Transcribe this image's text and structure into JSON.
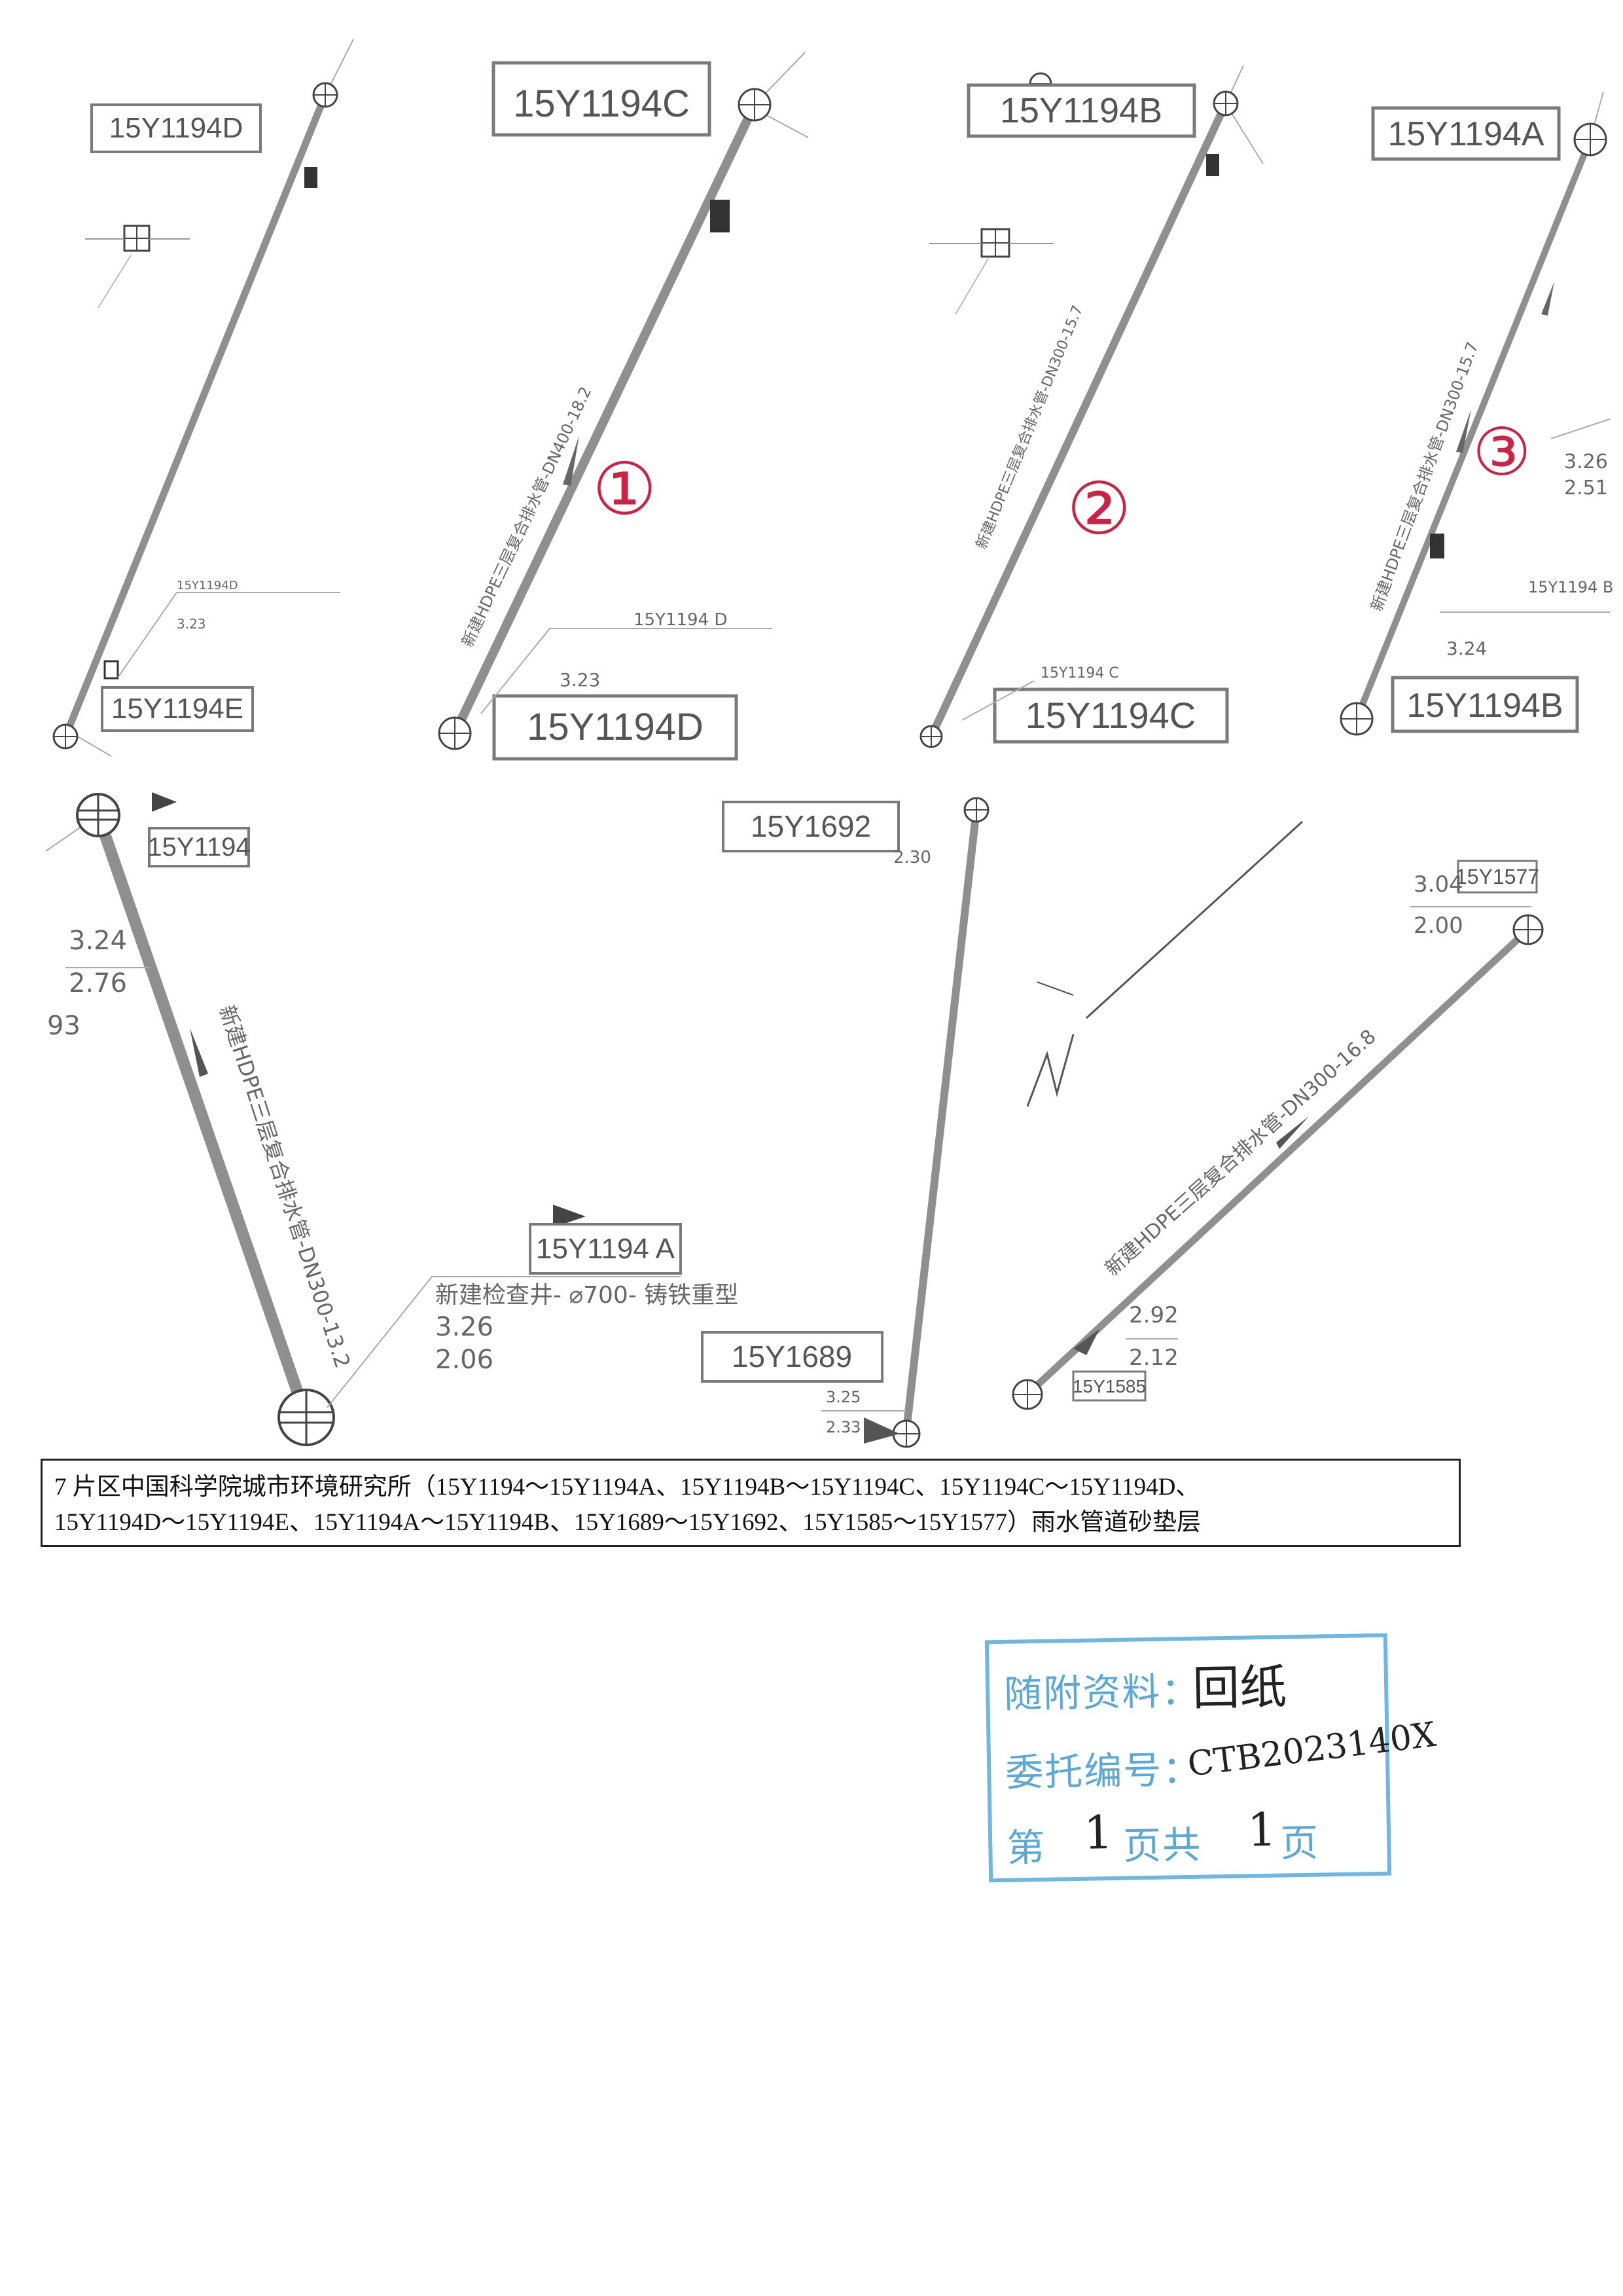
{
  "tags": {
    "p1_top": "15Y1194D",
    "p1_bottom": "15Y1194E",
    "p2_top": "15Y1194C",
    "p2_bottom": "15Y1194D",
    "p3_top": "15Y1194B",
    "p3_bottom": "15Y1194C",
    "p4_top": "15Y1194A",
    "p4_bottom": "15Y1194B",
    "p5_top": "15Y1194",
    "p5_bottom": "15Y1194 A",
    "p6_top": "15Y1692",
    "p6_bottom": "15Y1689",
    "p7_top": "15Y1577",
    "p7_bottom": "15Y1585"
  },
  "annotations": {
    "p1_label": "15Y1194D",
    "p1_elev1": "3.23",
    "p2_label": "15Y1194 D",
    "p2_elev1": "3.23",
    "p3_label": "15Y1194 C",
    "p4_label": "15Y1194 B",
    "p4_elev1": "3.24",
    "p4_elev2": "3.26",
    "p4_elev3": "2.51",
    "p5_elev1": "3.24",
    "p5_elev2": "2.76",
    "p5_elev3": "93",
    "p5_elev4": "3.26",
    "p5_elev5": "2.06",
    "p5_well": "新建检查井- ⌀700- 铸铁重型",
    "p6_elev1": "2.30",
    "p6_elev2": "3.25",
    "p6_elev3": "2.33",
    "p7_elev1": "3.04",
    "p7_elev2": "2.00",
    "p7_elev3": "2.92",
    "p7_elev4": "2.12"
  },
  "pipe_labels": {
    "p2": "新建HDPE三层复合排水管-DN400-18.2",
    "p3": "新建HDPE三层复合排水管-DN300-15.7",
    "p4": "新建HDPE三层复合排水管-DN300-15.7",
    "p5": "新建HDPE三层复合排水管-DN300-13.2",
    "p7": "新建HDPE三层复合排水管-DN300-16.8"
  },
  "handwritten_marks": [
    "①",
    "②",
    "③"
  ],
  "caption_lines": [
    "7 片区中国科学院城市环境研究所（15Y1194～15Y1194A、15Y1194B～15Y1194C、15Y1194C～15Y1194D、",
    "15Y1194D～15Y1194E、15Y1194A～15Y1194B、15Y1689～15Y1692、15Y1585～15Y1577）雨水管道砂垫层"
  ],
  "stamp": {
    "line1_label": "随附资料：",
    "line2_label": "委托编号：",
    "line3_a": "第",
    "line3_b": "页共",
    "line3_c": "页",
    "hw_attachment": "回纸",
    "hw_number": "CTB2023140X",
    "hw_page": "1",
    "hw_total": "1"
  },
  "colors": {
    "pipe": "#8f8f8f",
    "tag_border": "#7a7a7a",
    "handwriting": "#cc2244",
    "stamp": "#6fb6e0"
  }
}
